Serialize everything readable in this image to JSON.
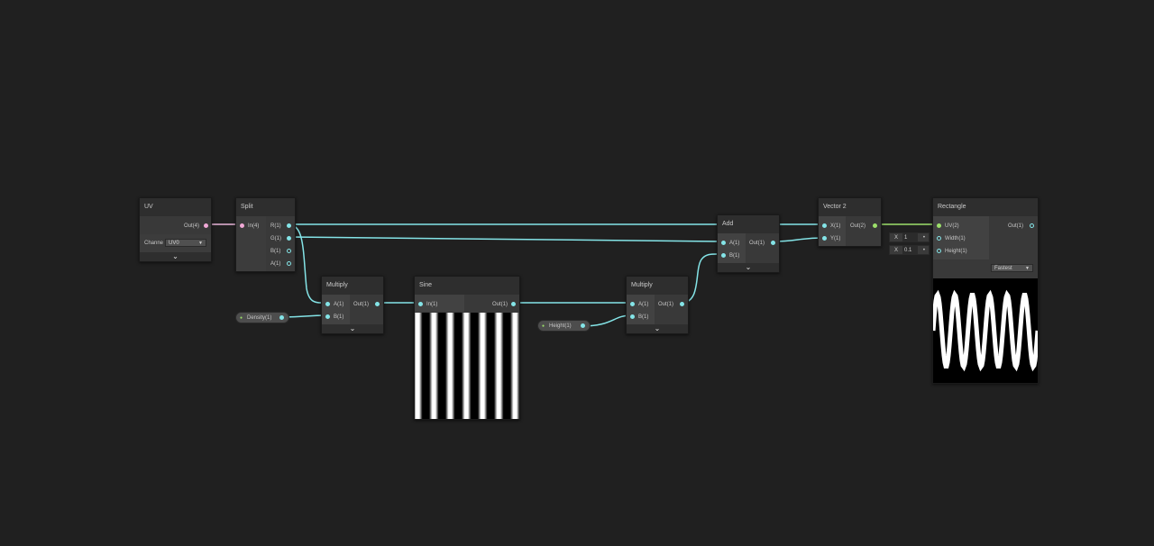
{
  "colors": {
    "background": "#202020",
    "wire_float": "#84e4e7",
    "wire_uv": "#f0a8d6",
    "wire_vector2": "#9ce06a"
  },
  "nodes": {
    "uv": {
      "title": "UV",
      "out_label": "Out(4)",
      "channel_label": "Channe",
      "channel_value": "UV0"
    },
    "split": {
      "title": "Split",
      "in_label": "In(4)",
      "outputs": [
        "R(1)",
        "G(1)",
        "B(1)",
        "A(1)"
      ]
    },
    "multiply1": {
      "title": "Multiply",
      "inputs": [
        "A(1)",
        "B(1)"
      ],
      "out_label": "Out(1)"
    },
    "sine": {
      "title": "Sine",
      "in_label": "In(1)",
      "out_label": "Out(1)"
    },
    "multiply2": {
      "title": "Multiply",
      "inputs": [
        "A(1)",
        "B(1)"
      ],
      "out_label": "Out(1)"
    },
    "add": {
      "title": "Add",
      "inputs": [
        "A(1)",
        "B(1)"
      ],
      "out_label": "Out(1)"
    },
    "vector2": {
      "title": "Vector 2",
      "inputs": [
        "X(1)",
        "Y(1)"
      ],
      "out_label": "Out(2)"
    },
    "rectangle": {
      "title": "Rectangle",
      "inputs": [
        "UV(2)",
        "Width(1)",
        "Height(1)"
      ],
      "out_label": "Out(1)",
      "width_axis": "X",
      "width_value": "1",
      "height_axis": "X",
      "height_value": "0.1",
      "quality": "Fastest"
    }
  },
  "properties": {
    "density": "Density(1)",
    "height": "Height(1)"
  }
}
